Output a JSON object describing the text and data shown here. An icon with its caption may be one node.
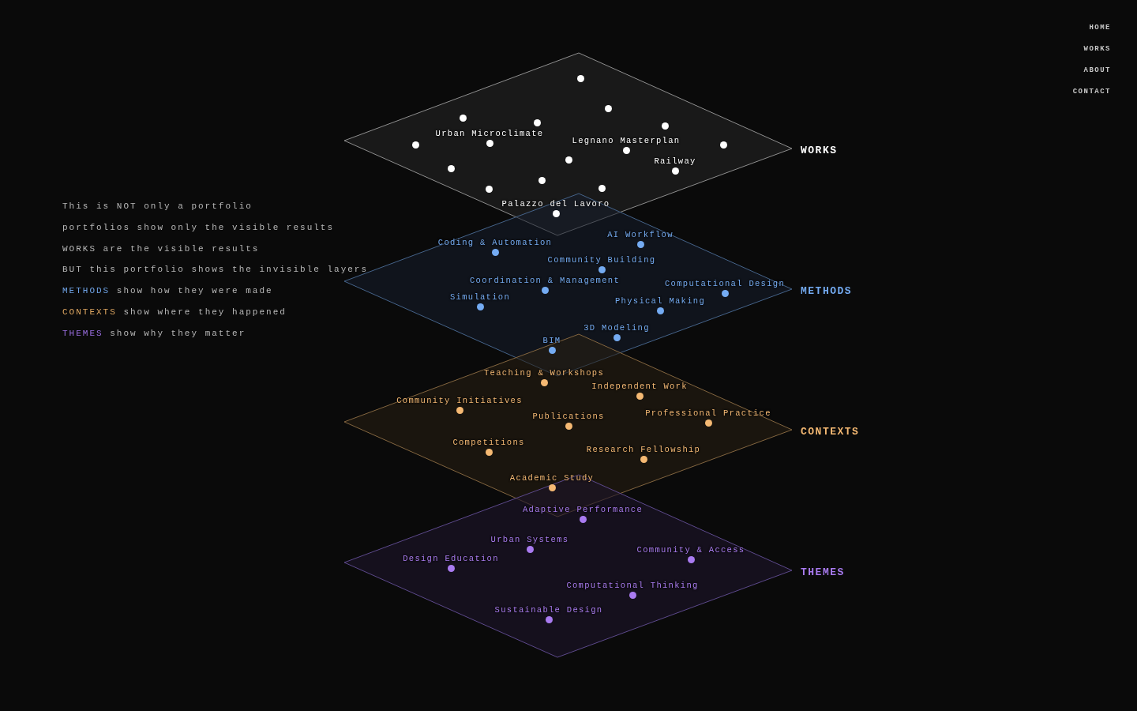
{
  "diagram": {
    "nodes": [
      {
        "text": [
          "WORKS"
        ]
      },
      {
        "text": [],
        "shape": "circle",
        "in": 0
      },
      {
        "text": [],
        "shape": "circle",
        "in": 0
      },
      {
        "text": [],
        "shape": "circle",
        "in": 0
      },
      {
        "text": [],
        "shape": "circle",
        "in": 0
      },
      {
        "text": [],
        "shape": "circle",
        "in": 0
      },
      {
        "text": [
          "Urban Microclimate"
        ],
        "in": 0
      },
      {
        "text": [],
        "shape": "circle",
        "in": 0
      },
      {
        "text": [],
        "shape": "circle",
        "in": 0
      },
      {
        "text": [
          "Legnano Masterplan"
        ],
        "in": 0
      },
      {
        "text": [],
        "shape": "circle",
        "in": 0
      },
      {
        "text": [],
        "shape": "circle",
        "in": 0
      },
      {
        "text": [
          "Railway"
        ],
        "in": 0
      },
      {
        "text": [],
        "shape": "circle",
        "in": 0
      },
      {
        "text": [],
        "shape": "circle",
        "in": 0
      },
      {
        "text": [],
        "shape": "circle",
        "in": 0
      },
      {
        "text": [
          "Palazzo del Lavoro"
        ]
      },
      {
        "text": [
          "METHODS"
        ]
      },
      {
        "text": [
          "AI Workflow"
        ],
        "in": 17
      },
      {
        "text": [
          "Coding & Automation"
        ],
        "in": 17
      },
      {
        "text": [
          "Community Building"
        ],
        "in": 17
      },
      {
        "text": [
          "Coordination & Management"
        ],
        "in": 17
      },
      {
        "text": [
          "Computational Design"
        ],
        "in": 17
      },
      {
        "text": [
          "Simulation"
        ],
        "in": 17
      },
      {
        "text": [
          "Physical Making"
        ],
        "in": 17
      },
      {
        "text": [
          "3D Modeling"
        ],
        "in": 17
      },
      {
        "text": [
          "BIM"
        ]
      },
      {
        "text": [
          "CONTEXTS"
        ]
      },
      {
        "text": [
          "Teaching & Workshops"
        ],
        "in": 27
      },
      {
        "text": [
          "Independent Work"
        ],
        "in": 27
      },
      {
        "text": [
          "Community Initiatives"
        ],
        "in": 27
      },
      {
        "text": [
          "Professional Practice"
        ],
        "in": 27
      },
      {
        "text": [
          "Publications"
        ],
        "in": 27
      },
      {
        "text": [
          "Competitions"
        ],
        "in": 27
      },
      {
        "text": [
          "Research Fellowship"
        ],
        "in": 27
      },
      {
        "text": [
          "Academic Study"
        ]
      },
      {
        "text": [
          "THEMES"
        ]
      },
      {
        "text": [
          "Adaptive Performance"
        ],
        "in": 36
      },
      {
        "text": [
          "Urban Systems"
        ],
        "in": 36
      },
      {
        "text": [
          "Community & Access"
        ],
        "in": 36
      },
      {
        "text": [
          "Design Education"
        ],
        "in": 36
      },
      {
        "text": [
          "Computational Thinking"
        ],
        "in": 36
      },
      {
        "text": [
          "Sustainable Design"
        ],
        "in": 36
      }
    ],
    "labels": [
      "HOME",
      "WORKS",
      "ABOUT",
      "CONTACT",
      "This is NOT only a portfolio",
      "portfolios show only the visible results",
      "WORKS are the visible results",
      "BUT this portfolio shows the invisible layers",
      "METHODS show how they were made",
      "CONTEXTS show where they happened",
      "THEMES show why they matter"
    ]
  }
}
